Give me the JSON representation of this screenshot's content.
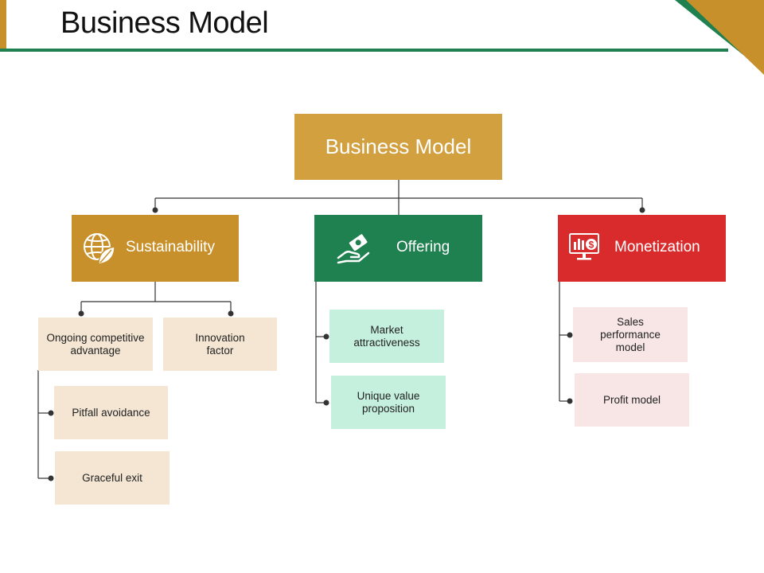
{
  "slide": {
    "title": "Business Model"
  },
  "colors": {
    "gold": "#C8902A",
    "root_gold": "#D3A040",
    "green": "#1F8050",
    "red": "#D92B2B",
    "beige": "#F4E6D3",
    "mint": "#C6F0DE",
    "pink": "#F8E6E6",
    "header_rule": "#1F8050",
    "line": "#333333"
  },
  "diagram": {
    "root": {
      "label": "Business Model"
    },
    "categories": [
      {
        "label": "Sustainability",
        "icon": "globe-leaf-icon",
        "items": [
          "Ongoing competitive advantage",
          "Innovation factor",
          "Pitfall avoidance",
          "Graceful exit"
        ]
      },
      {
        "label": "Offering",
        "icon": "hand-money-icon",
        "items": [
          "Market attractiveness",
          "Unique value proposition"
        ]
      },
      {
        "label": "Monetization",
        "icon": "chart-dollar-monitor-icon",
        "items": [
          "Sales performance model",
          "Profit model"
        ]
      }
    ]
  }
}
